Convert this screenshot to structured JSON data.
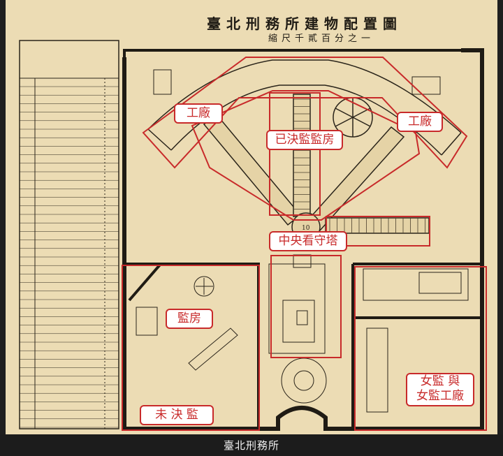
{
  "map": {
    "title": "臺北刑務所建物配置圖",
    "scale": "縮尺千貳百分之一",
    "caption": "臺北刑務所"
  },
  "labels": {
    "workshop_left": "工廠",
    "workshop_right": "工廠",
    "convicted_cells": "已決監監房",
    "central_tower": "中央看守塔",
    "cells": "監房",
    "unconvicted": "未 決 監",
    "women_line1": "女監 與",
    "women_line2": "女監工廠"
  },
  "colors": {
    "annotation": "#c82a2a",
    "paper": "#ecdcb4",
    "ink": "#2a241a"
  }
}
